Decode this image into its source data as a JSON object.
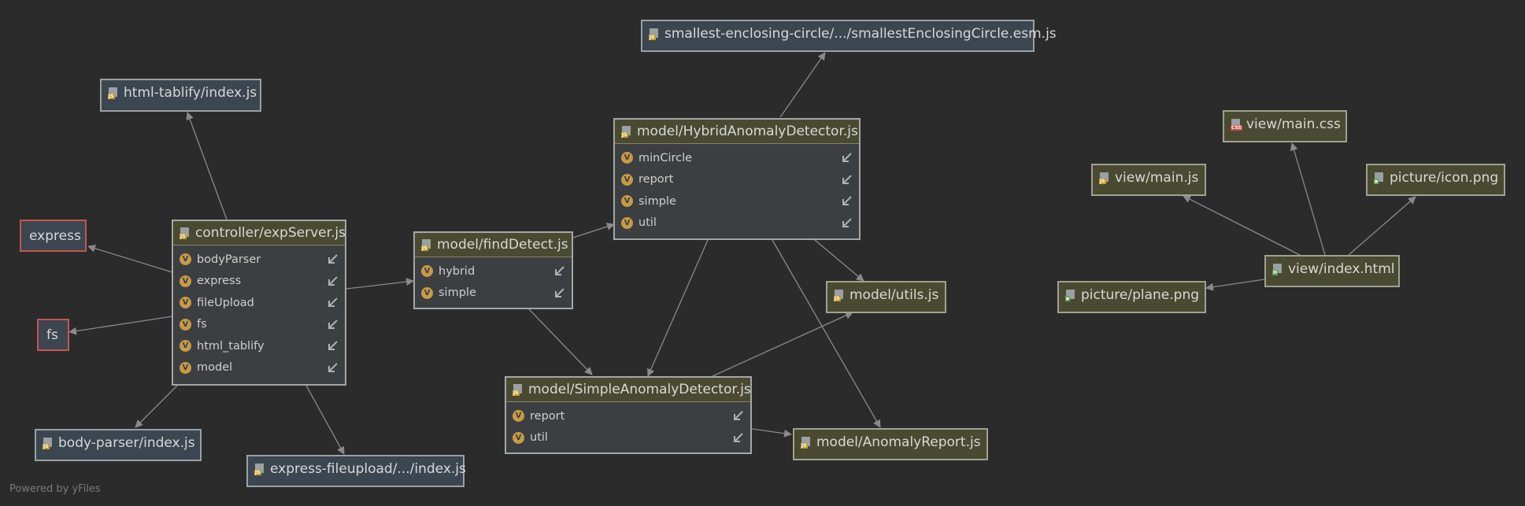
{
  "nodes": {
    "html_tablify": {
      "label": "html-tablify/index.js",
      "icon": "js-file-icon"
    },
    "express": {
      "label": "express"
    },
    "fs": {
      "label": "fs"
    },
    "body_parser": {
      "label": "body-parser/index.js",
      "icon": "js-file-icon"
    },
    "express_fileupload": {
      "label": "express-fileupload/.../index.js",
      "icon": "js-file-icon"
    },
    "smallest": {
      "label": "smallest-enclosing-circle/.../smallestEnclosingCircle.esm.js",
      "icon": "js-file-icon"
    },
    "utils": {
      "label": "model/utils.js",
      "icon": "js-file-icon"
    },
    "anomaly_report": {
      "label": "model/AnomalyReport.js",
      "icon": "js-file-icon"
    },
    "main_css": {
      "label": "view/main.css",
      "icon": "css-file-icon"
    },
    "main_js": {
      "label": "view/main.js",
      "icon": "js-file-icon"
    },
    "icon_png": {
      "label": "picture/icon.png",
      "icon": "image-file-icon"
    },
    "index_html": {
      "label": "view/index.html",
      "icon": "html-file-icon"
    },
    "plane_png": {
      "label": "picture/plane.png",
      "icon": "image-file-icon"
    },
    "exp_server": {
      "label": "controller/expServer.js",
      "icon": "js-file-icon",
      "members": [
        "bodyParser",
        "express",
        "fileUpload",
        "fs",
        "html_tablify",
        "model"
      ]
    },
    "find_detect": {
      "label": "model/findDetect.js",
      "icon": "js-file-icon",
      "members": [
        "hybrid",
        "simple"
      ]
    },
    "hybrid_detector": {
      "label": "model/HybridAnomalyDetector.js",
      "icon": "js-file-icon",
      "members": [
        "minCircle",
        "report",
        "simple",
        "util"
      ]
    },
    "simple_detector": {
      "label": "model/SimpleAnomalyDetector.js",
      "icon": "js-file-icon",
      "members": [
        "report",
        "util"
      ]
    }
  },
  "icon_tags": {
    "js": "JS",
    "css": "CSS",
    "html": "H",
    "png": "▪"
  },
  "member_icon": "V",
  "footer": "Powered by yFiles",
  "colors": {
    "background": "#2b2b2b",
    "edge": "#8a8a8a",
    "module_bg": "#3c4650",
    "local_bg": "#4a4a32",
    "external_border": "#c75450"
  }
}
